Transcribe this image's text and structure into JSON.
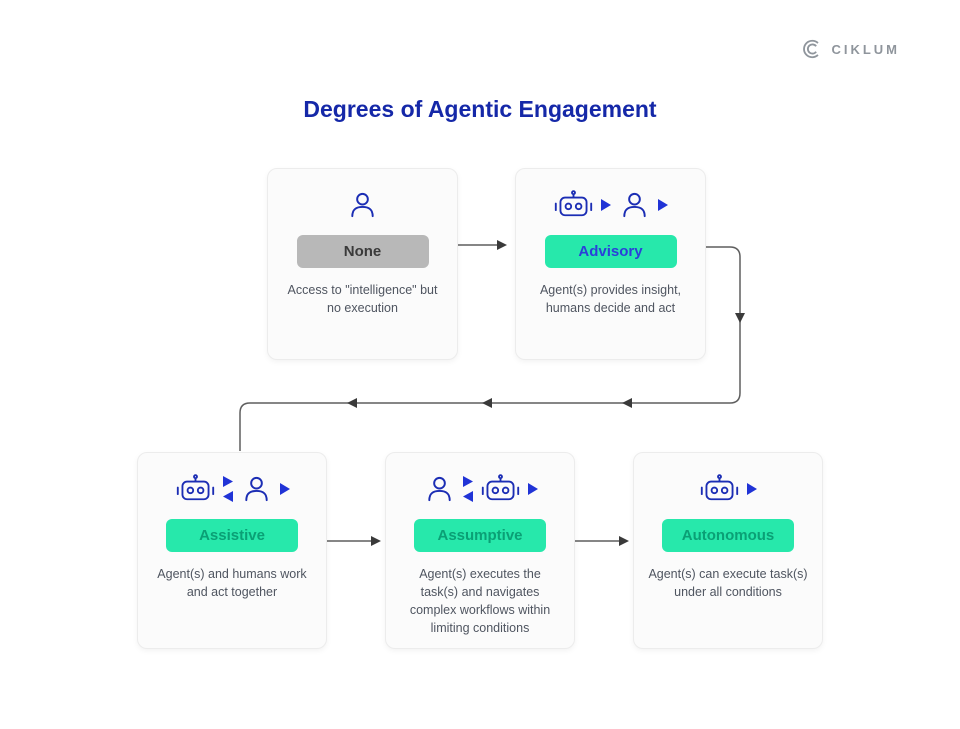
{
  "header": {
    "logo_text": "CIKLUM",
    "title": "Degrees of Agentic Engagement"
  },
  "colors": {
    "title_navy": "#1528A8",
    "badge_green": "#27E8AB",
    "badge_gray": "#B8B8B8",
    "icon_blue": "#1B2DB4",
    "arrow_blue": "#2033D6",
    "connector_gray": "#5E5E5E",
    "description_gray": "#4F5560"
  },
  "cards": [
    {
      "id": "none",
      "icons": [
        "person"
      ],
      "badge": "None",
      "badge_bg": "#B8B8B8",
      "badge_color": "#3A3A3A",
      "description": "Access to \"intelligence\" but no execution"
    },
    {
      "id": "advisory",
      "icons": [
        "robot",
        "arrow-right",
        "person",
        "arrow-right"
      ],
      "badge": "Advisory",
      "badge_bg": "#27E8AB",
      "badge_color": "#2B3FD9",
      "description": "Agent(s) provides insight, humans decide and act"
    },
    {
      "id": "assistive",
      "icons": [
        "robot",
        "arrows-pair",
        "person",
        "arrow-right"
      ],
      "badge": "Assistive",
      "badge_bg": "#27E8AB",
      "badge_color": "#0AA075",
      "description": "Agent(s) and humans work and act together"
    },
    {
      "id": "assumptive",
      "icons": [
        "person",
        "arrows-pair",
        "robot",
        "arrow-right"
      ],
      "badge": "Assumptive",
      "badge_bg": "#27E8AB",
      "badge_color": "#0AA075",
      "description": "Agent(s) executes the task(s) and navigates complex workflows within limiting conditions"
    },
    {
      "id": "autonomous",
      "icons": [
        "robot",
        "arrow-right"
      ],
      "badge": "Autonomous",
      "badge_bg": "#27E8AB",
      "badge_color": "#0AA075",
      "description": "Agent(s) can execute task(s) under all conditions"
    }
  ]
}
